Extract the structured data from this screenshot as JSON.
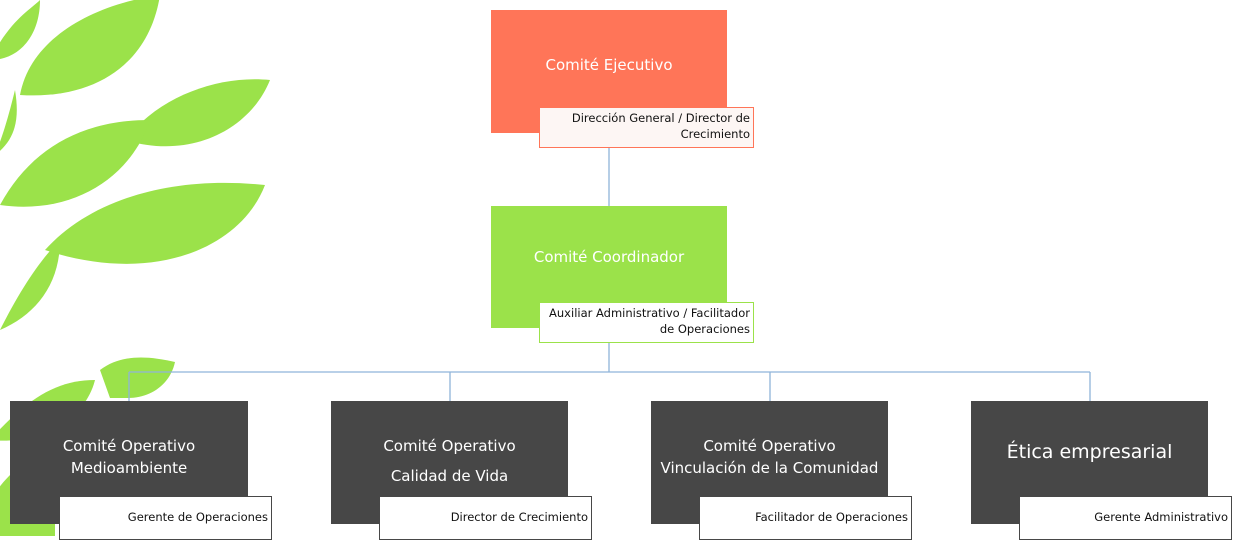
{
  "colors": {
    "executive_fill": "#ff7558",
    "coordinator_fill": "#9be24a",
    "operative_fill": "#474747",
    "connector": "#8fb4d9",
    "leaf_green": "#9be24a"
  },
  "executive": {
    "title": "Comité Ejecutivo",
    "role": "Dirección General / Director de Crecimiento"
  },
  "coordinator": {
    "title": "Comité Coordinador",
    "role": "Auxiliar Administrativo / Facilitador de Operaciones"
  },
  "operatives": [
    {
      "title": "Comité Operativo",
      "subtitle": "Medioambiente",
      "role": "Gerente de Operaciones"
    },
    {
      "title": "Comité Operativo",
      "subtitle": "Calidad de Vida",
      "role": "Director de Crecimiento"
    },
    {
      "title": "Comité Operativo",
      "subtitle": "Vinculación de la Comunidad",
      "role": "Facilitador de Operaciones"
    },
    {
      "title": "Ética empresarial",
      "subtitle": "",
      "role": "Gerente Administrativo"
    }
  ]
}
